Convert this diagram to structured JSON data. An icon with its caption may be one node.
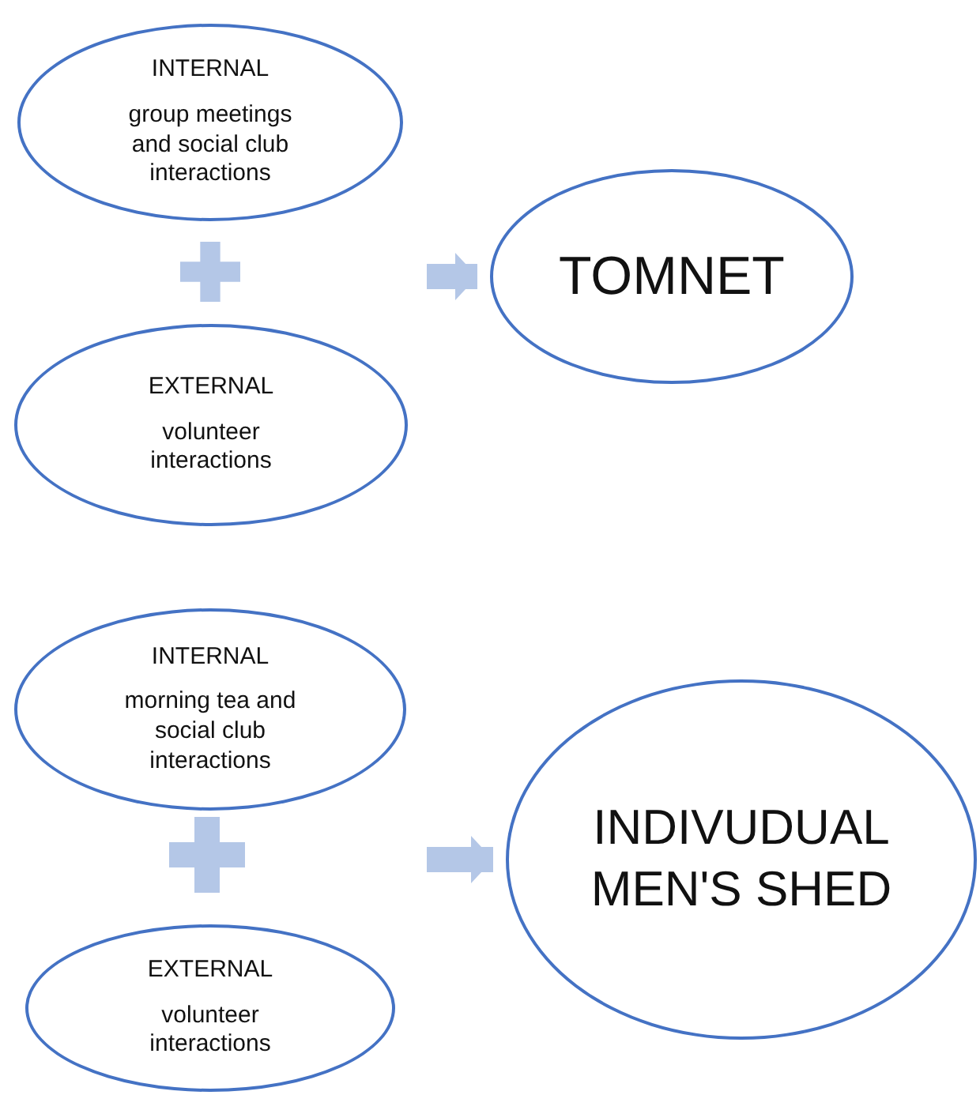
{
  "diagram": {
    "nodes": [
      {
        "text": [
          "INTERNAL",
          "group meetings and social club interactions"
        ]
      },
      {
        "text": [
          "EXTERNAL",
          "volunteer interactions"
        ]
      },
      {
        "text": [
          "TOMNET"
        ]
      },
      {
        "text": [
          "INTERNAL",
          "morning tea and social club interactions"
        ]
      },
      {
        "text": [
          "EXTERNAL",
          "volunteer interactions"
        ]
      },
      {
        "text": [
          "INDIVUDUAL MEN'S SHED"
        ]
      }
    ],
    "edges": [
      {
        "from": null,
        "to": 2,
        "arrow": "to"
      },
      {
        "from": null,
        "to": 5,
        "arrow": "to"
      }
    ]
  }
}
